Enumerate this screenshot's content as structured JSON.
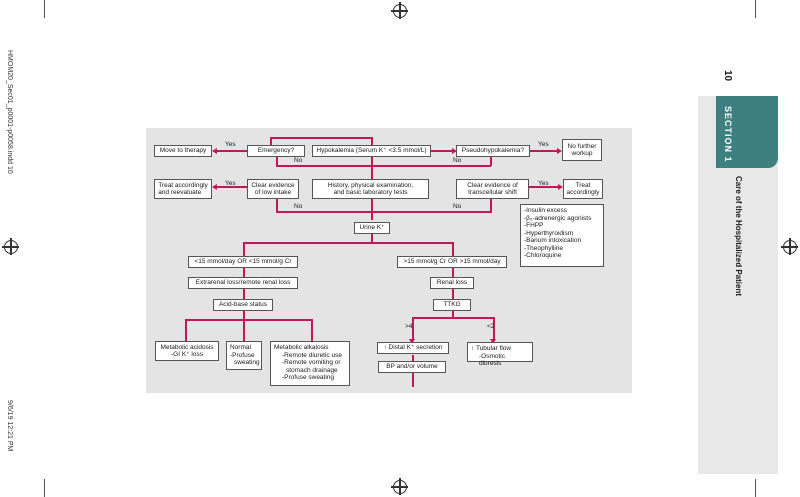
{
  "page": {
    "page_number": "10",
    "section_tab": "SECTION 1",
    "running_head": "Care of the Hospitalized Patient",
    "slug_left": "HMOM20_Sec01_p0001-p0058.indd   10",
    "slug_bottom": "9/6/19   12:21 PM"
  },
  "flowchart": {
    "move_to_therapy": "Move to therapy",
    "emergency": "Emergency?",
    "hypokalemia": "Hypokalemia (Serum K⁺ <3.5 mmol/L)",
    "pseudohypokalemia": "Pseudohypokalemia?",
    "no_further_workup": [
      "No further",
      "workup"
    ],
    "treat_accordingly_reevaluate": [
      "Treat accordingly",
      "and reevaluate"
    ],
    "clear_low_intake": [
      "Clear evidence",
      "of low intake"
    ],
    "history_exam": [
      "History, physical examination,",
      "and basic laboratory tests"
    ],
    "clear_shift": [
      "Clear evidence of",
      "transcellular shift"
    ],
    "treat_accordingly": [
      "Treat",
      "accordingly"
    ],
    "shift_causes": [
      "-Insulin excess",
      "-β₂-adrenergic agonists",
      "-FHPP",
      "-Hyperthyroidism",
      "-Barium intoxication",
      "-Theophylline",
      "-Chloroquine"
    ],
    "urine_k": "Urine K⁺",
    "low_urine_k": "<15 mmol/day OR <15 mmol/g Cr",
    "high_urine_k": ">15 mmol/g Cr OR >15 mmol/day",
    "extrarenal": "Extrarenal loss/remote renal loss",
    "renal_loss": "Renal loss",
    "acid_base": "Acid-base status",
    "ttkg": "TTKG",
    "gt4": ">4",
    "lt2": "<2",
    "metabolic_acidosis": [
      "Metabolic acidosis",
      "-GI K⁺ loss"
    ],
    "normal": [
      "Normal",
      "-Profuse",
      "sweating"
    ],
    "metabolic_alkalosis": [
      "Metabolic alkalosis",
      "-Remote diuretic use",
      "-Remote vomiting or",
      "stomach drainage",
      "-Profuse sweating"
    ],
    "distal_k": "↑ Distal K⁺ secretion",
    "tubular_flow": [
      "↑ Tubular flow",
      "-Osmotic diuresis"
    ],
    "bp_volume": "BP and/or volume",
    "yes": "Yes",
    "no": "No"
  }
}
